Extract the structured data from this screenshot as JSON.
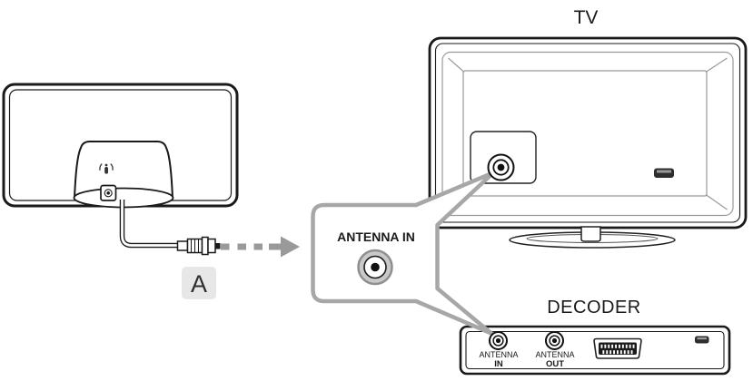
{
  "diagram": {
    "device_labels": {
      "tv": "TV",
      "decoder": "DECODER"
    },
    "callout": {
      "label": "ANTENNA IN"
    },
    "cable_marker": {
      "label": "A"
    },
    "decoder_ports": [
      {
        "name": "antenna-in",
        "line1": "ANTENNA",
        "line2": "IN"
      },
      {
        "name": "antenna-out",
        "line1": "ANTENNA",
        "line2": "OUT"
      }
    ],
    "icons": {
      "antenna_panel": "indoor-antenna-back",
      "antenna_base_icon": "signal-waves-icon",
      "cable_plug": "coax-plug",
      "callout_connector": "coax-socket",
      "tv_connector": "coax-socket",
      "decoder_connector_in": "coax-socket",
      "decoder_connector_out": "coax-socket",
      "scart": "scart-connector",
      "security_slot": "kensington-slot"
    },
    "colors": {
      "background": "#ffffff",
      "outline": "#1a1a1a",
      "bevel": "#9a9a9a",
      "callout_border": "#a7a7a7",
      "arrow": "#9a9a9a",
      "badge_bg": "#e7e7e7",
      "connector_fill": "#c9c9c9",
      "connector_ring": "#8f8f8f",
      "slot": "#2e2e2e"
    }
  }
}
